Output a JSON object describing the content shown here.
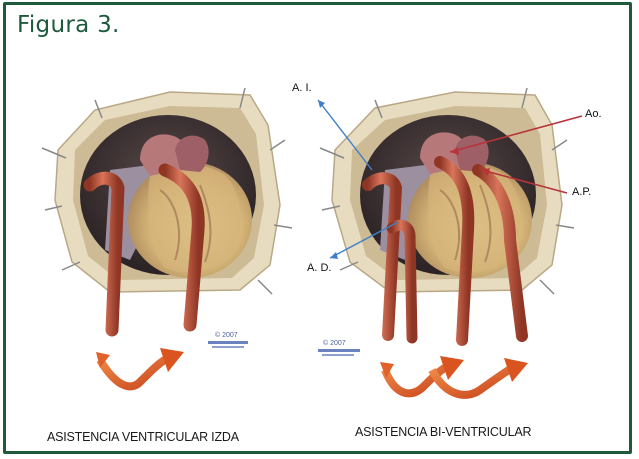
{
  "figure": {
    "title": "Figura 3."
  },
  "panels": [
    {
      "caption": "ASISTENCIA VENTRICULAR IZDA",
      "copyright_mark": "© 2007"
    },
    {
      "caption": "ASISTENCIA BI-VENTRICULAR",
      "copyright_mark": "© 2007",
      "labels": {
        "ai": "A. I.",
        "ad": "A. D.",
        "ao": "Ao.",
        "ap": "A.P."
      }
    }
  ],
  "colors": {
    "frame": "#1f5a3c",
    "title": "#1f5a3c",
    "cannula": "#c0593f",
    "arrow_flow": "#e0622a",
    "pointer_blue": "#3f7fc8",
    "pointer_red": "#b8343a",
    "drape": "#e7dcc0"
  }
}
